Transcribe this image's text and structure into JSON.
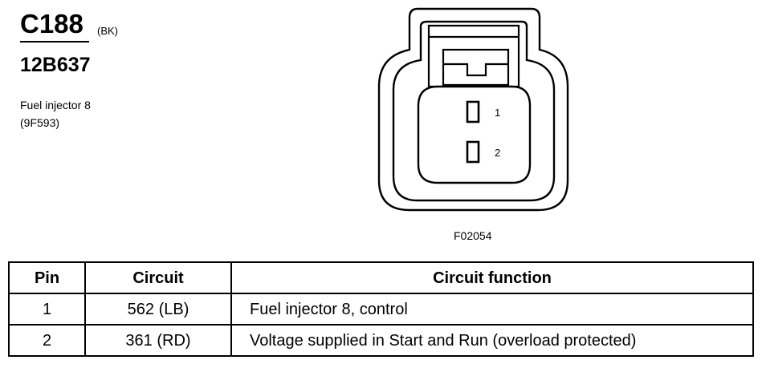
{
  "connector": {
    "id": "C188",
    "color_code": "(BK)",
    "part_number": "12B637",
    "component_name": "Fuel injector 8",
    "component_code": "(9F593)"
  },
  "diagram": {
    "figure_id": "F02054",
    "pin_labels": [
      "1",
      "2"
    ]
  },
  "table": {
    "headers": {
      "pin": "Pin",
      "circuit": "Circuit",
      "function": "Circuit function"
    },
    "rows": [
      {
        "pin": "1",
        "circuit": "562 (LB)",
        "function": "Fuel injector 8, control"
      },
      {
        "pin": "2",
        "circuit": "361 (RD)",
        "function": "Voltage supplied in Start and Run (overload protected)"
      }
    ]
  }
}
